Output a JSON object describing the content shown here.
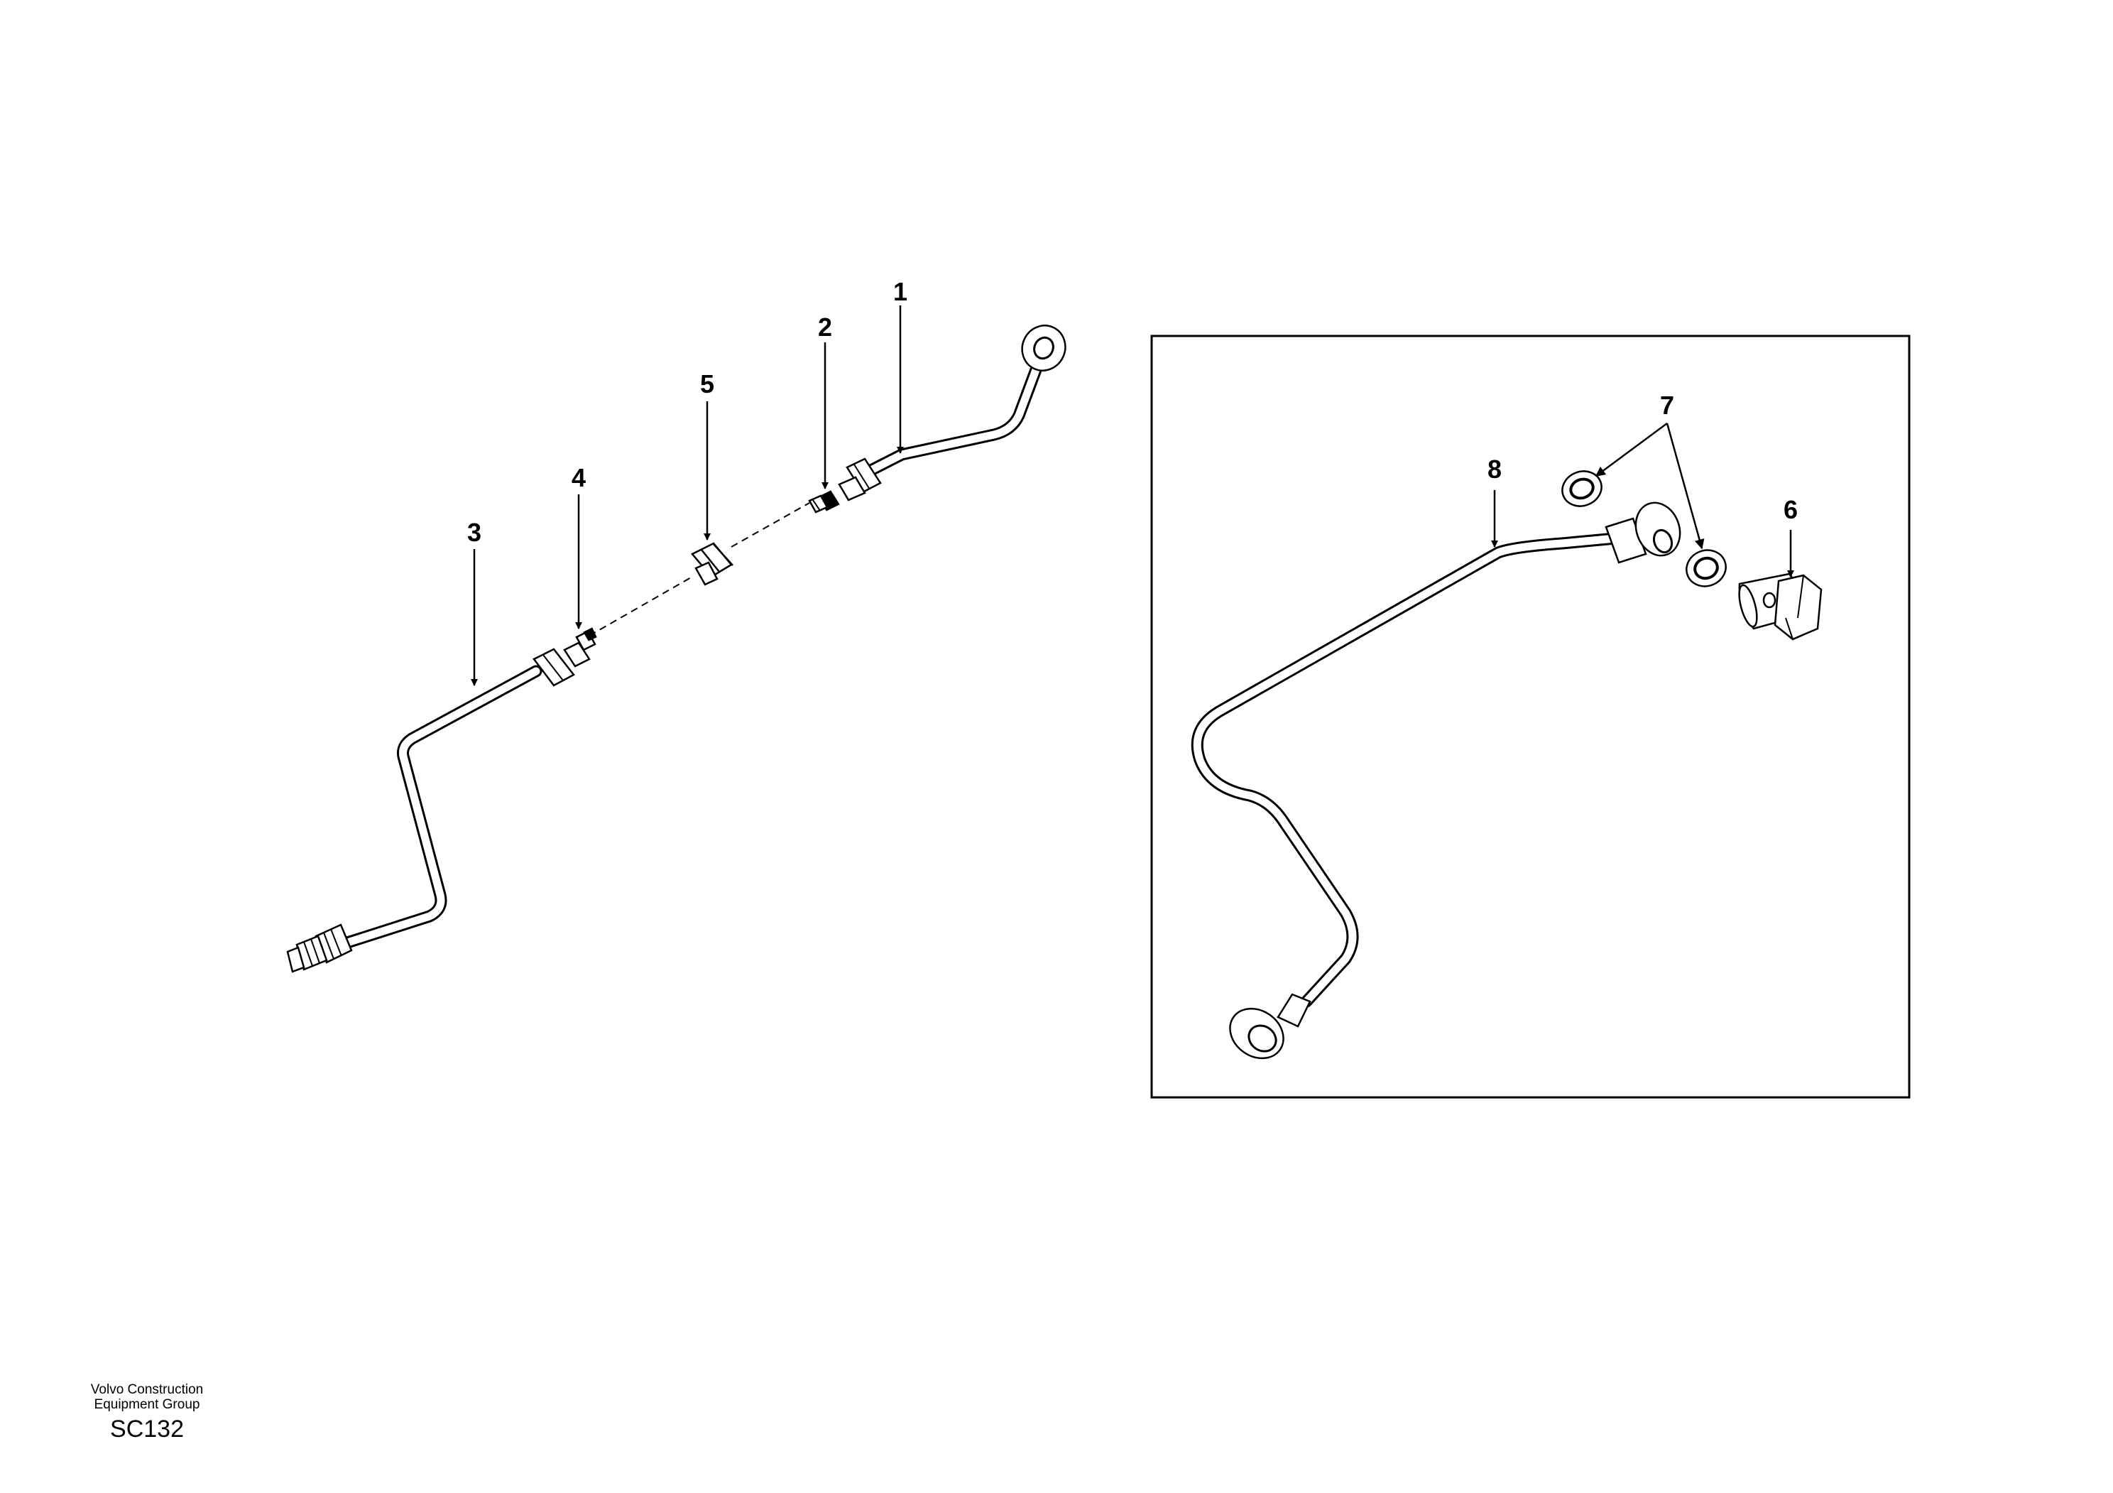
{
  "callouts": {
    "c1": "1",
    "c2": "2",
    "c3": "3",
    "c4": "4",
    "c5": "5",
    "c6": "6",
    "c7": "7",
    "c8": "8"
  },
  "footer": {
    "company_line1": "Volvo Construction",
    "company_line2": "Equipment Group",
    "code": "SC132"
  }
}
